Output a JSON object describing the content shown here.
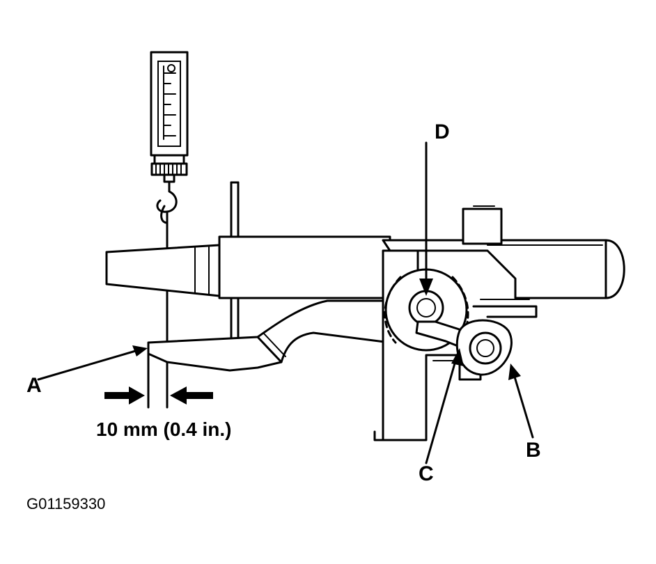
{
  "labels": {
    "a": "A",
    "b": "B",
    "c": "C",
    "d": "D"
  },
  "dimension": "10 mm (0.4 in.)",
  "figure_id": "G01159330"
}
